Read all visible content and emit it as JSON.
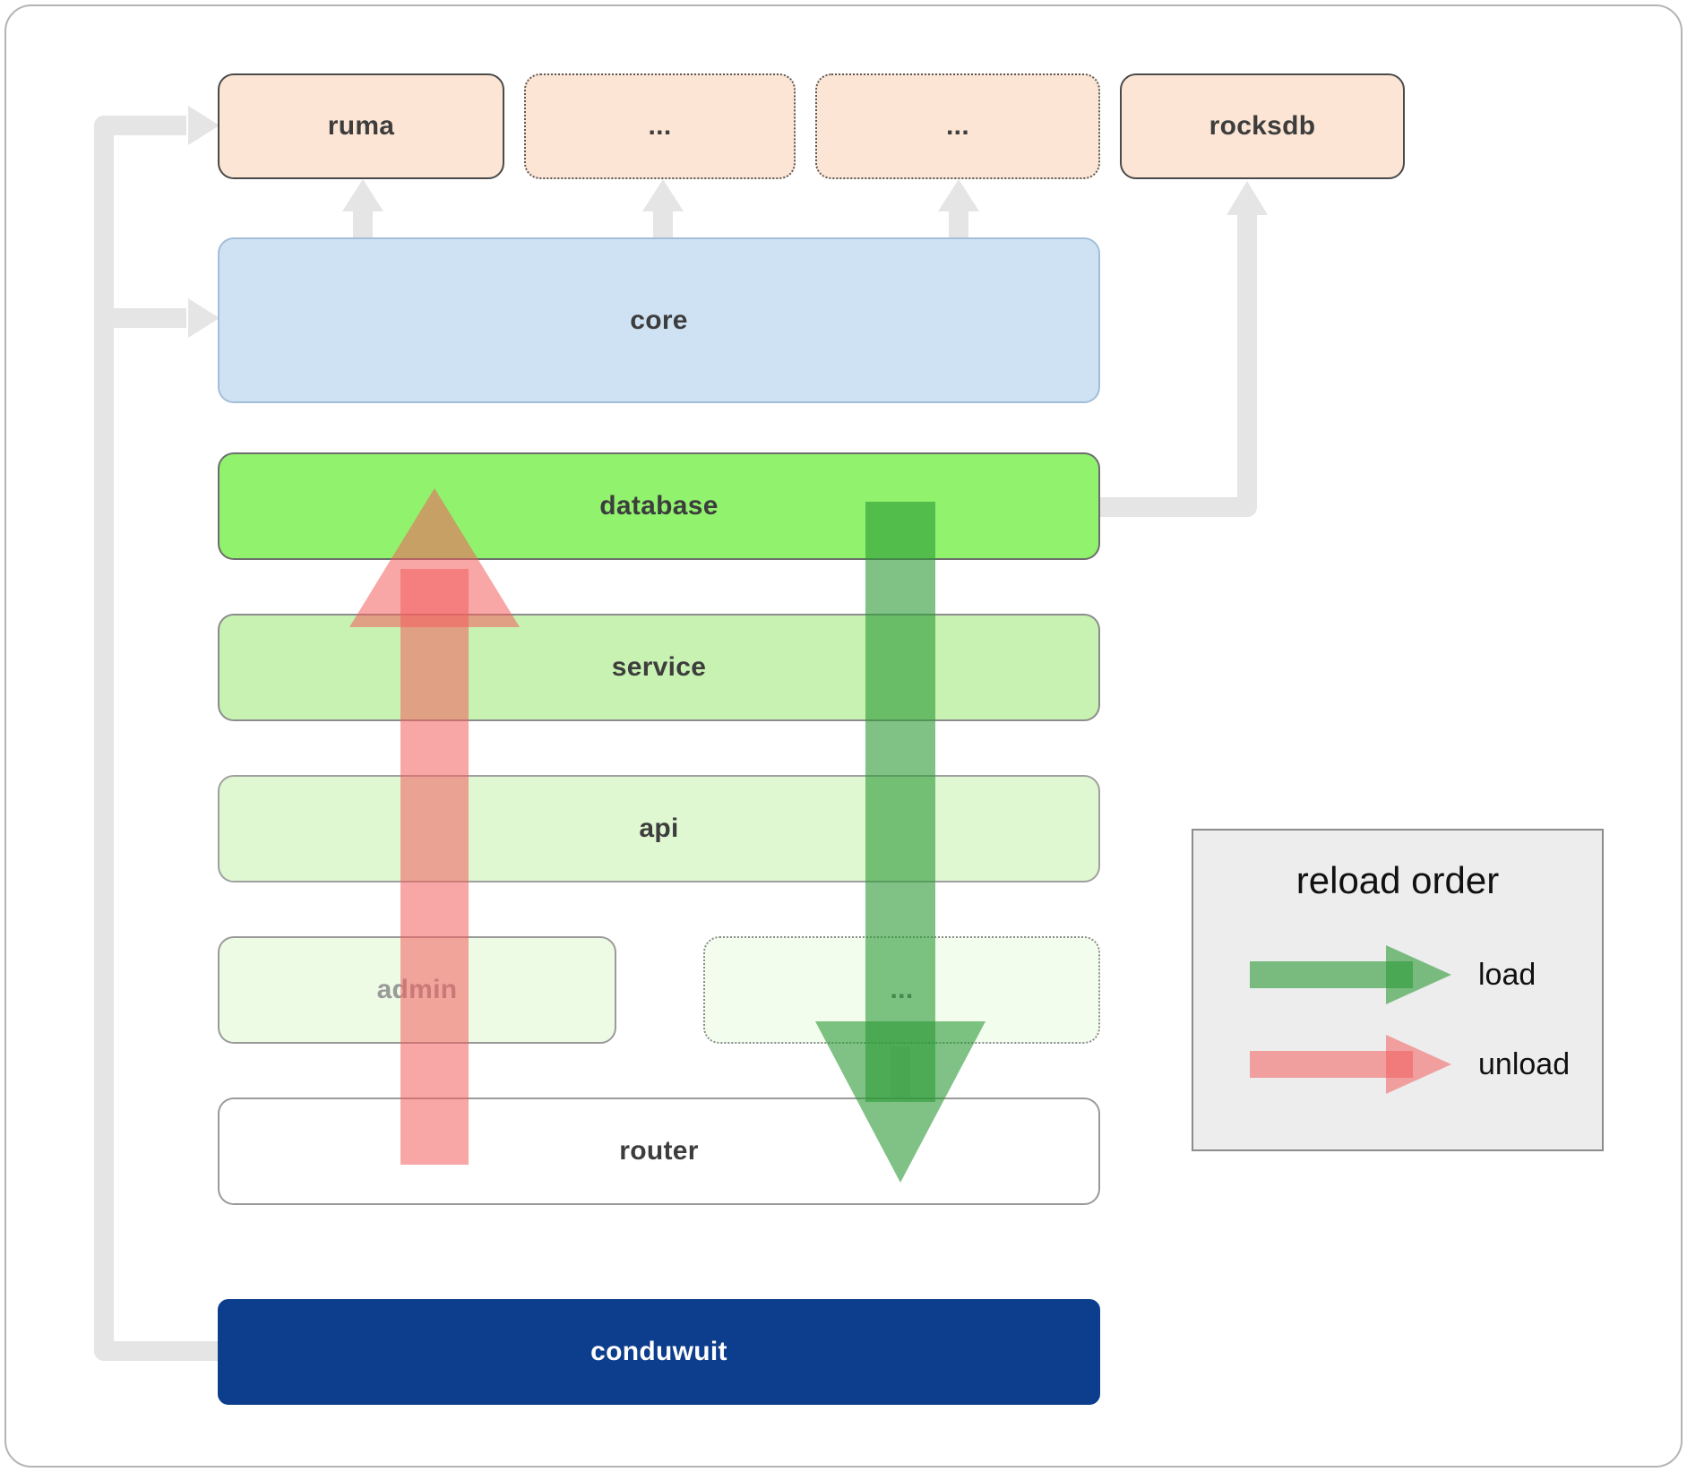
{
  "boxes": {
    "ruma": "ruma",
    "top_ellipsis_1": "...",
    "top_ellipsis_2": "...",
    "rocksdb": "rocksdb",
    "core": "core",
    "database": "database",
    "service": "service",
    "api": "api",
    "admin": "admin",
    "modules_ellipsis": "...",
    "router": "router",
    "conduwuit": "conduwuit"
  },
  "legend": {
    "title": "reload order",
    "load_label": "load",
    "unload_label": "unload"
  },
  "colors": {
    "dependency_peach": "#fce5d4",
    "core_blue": "#cfe2f3",
    "database_green": "#90f26d",
    "service_green": "#c8f2b2",
    "api_green": "#dff8d2",
    "admin_green": "#eefbe4",
    "conduwuit_navy": "#0d3d8d",
    "load_arrow_green": "#2c9a36",
    "unload_arrow_red": "#f25c5c",
    "connector_gray": "#e5e5e5",
    "legend_background": "#ededed"
  }
}
